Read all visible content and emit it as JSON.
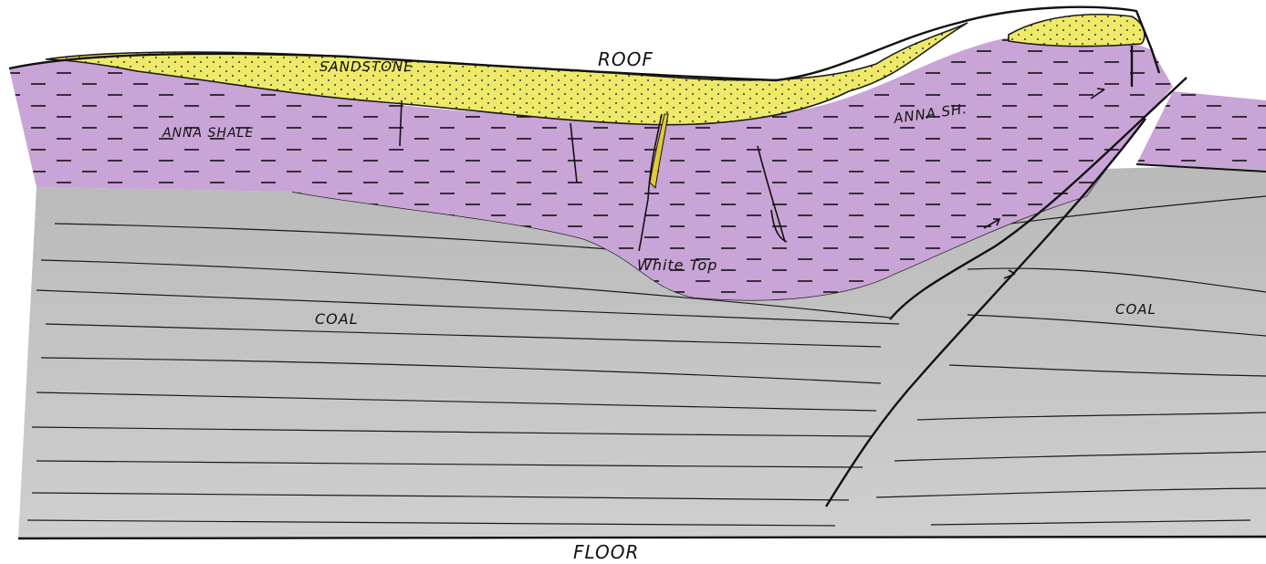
{
  "labels": {
    "roof": "ROOF",
    "floor": "FLOOR",
    "sandstone": "SANDSTONE",
    "anna_shale": "ANNA SHALE",
    "anna_sh": "ANNA SH.",
    "white_top": "White Top",
    "coal_left": "COAL",
    "coal_right": "COAL"
  },
  "colors": {
    "sandstone": "#efe96a",
    "shale": "#c9a4d6",
    "white_top": "#dcdcb4",
    "coal": "#c4c4c4",
    "ink": "#111111"
  }
}
